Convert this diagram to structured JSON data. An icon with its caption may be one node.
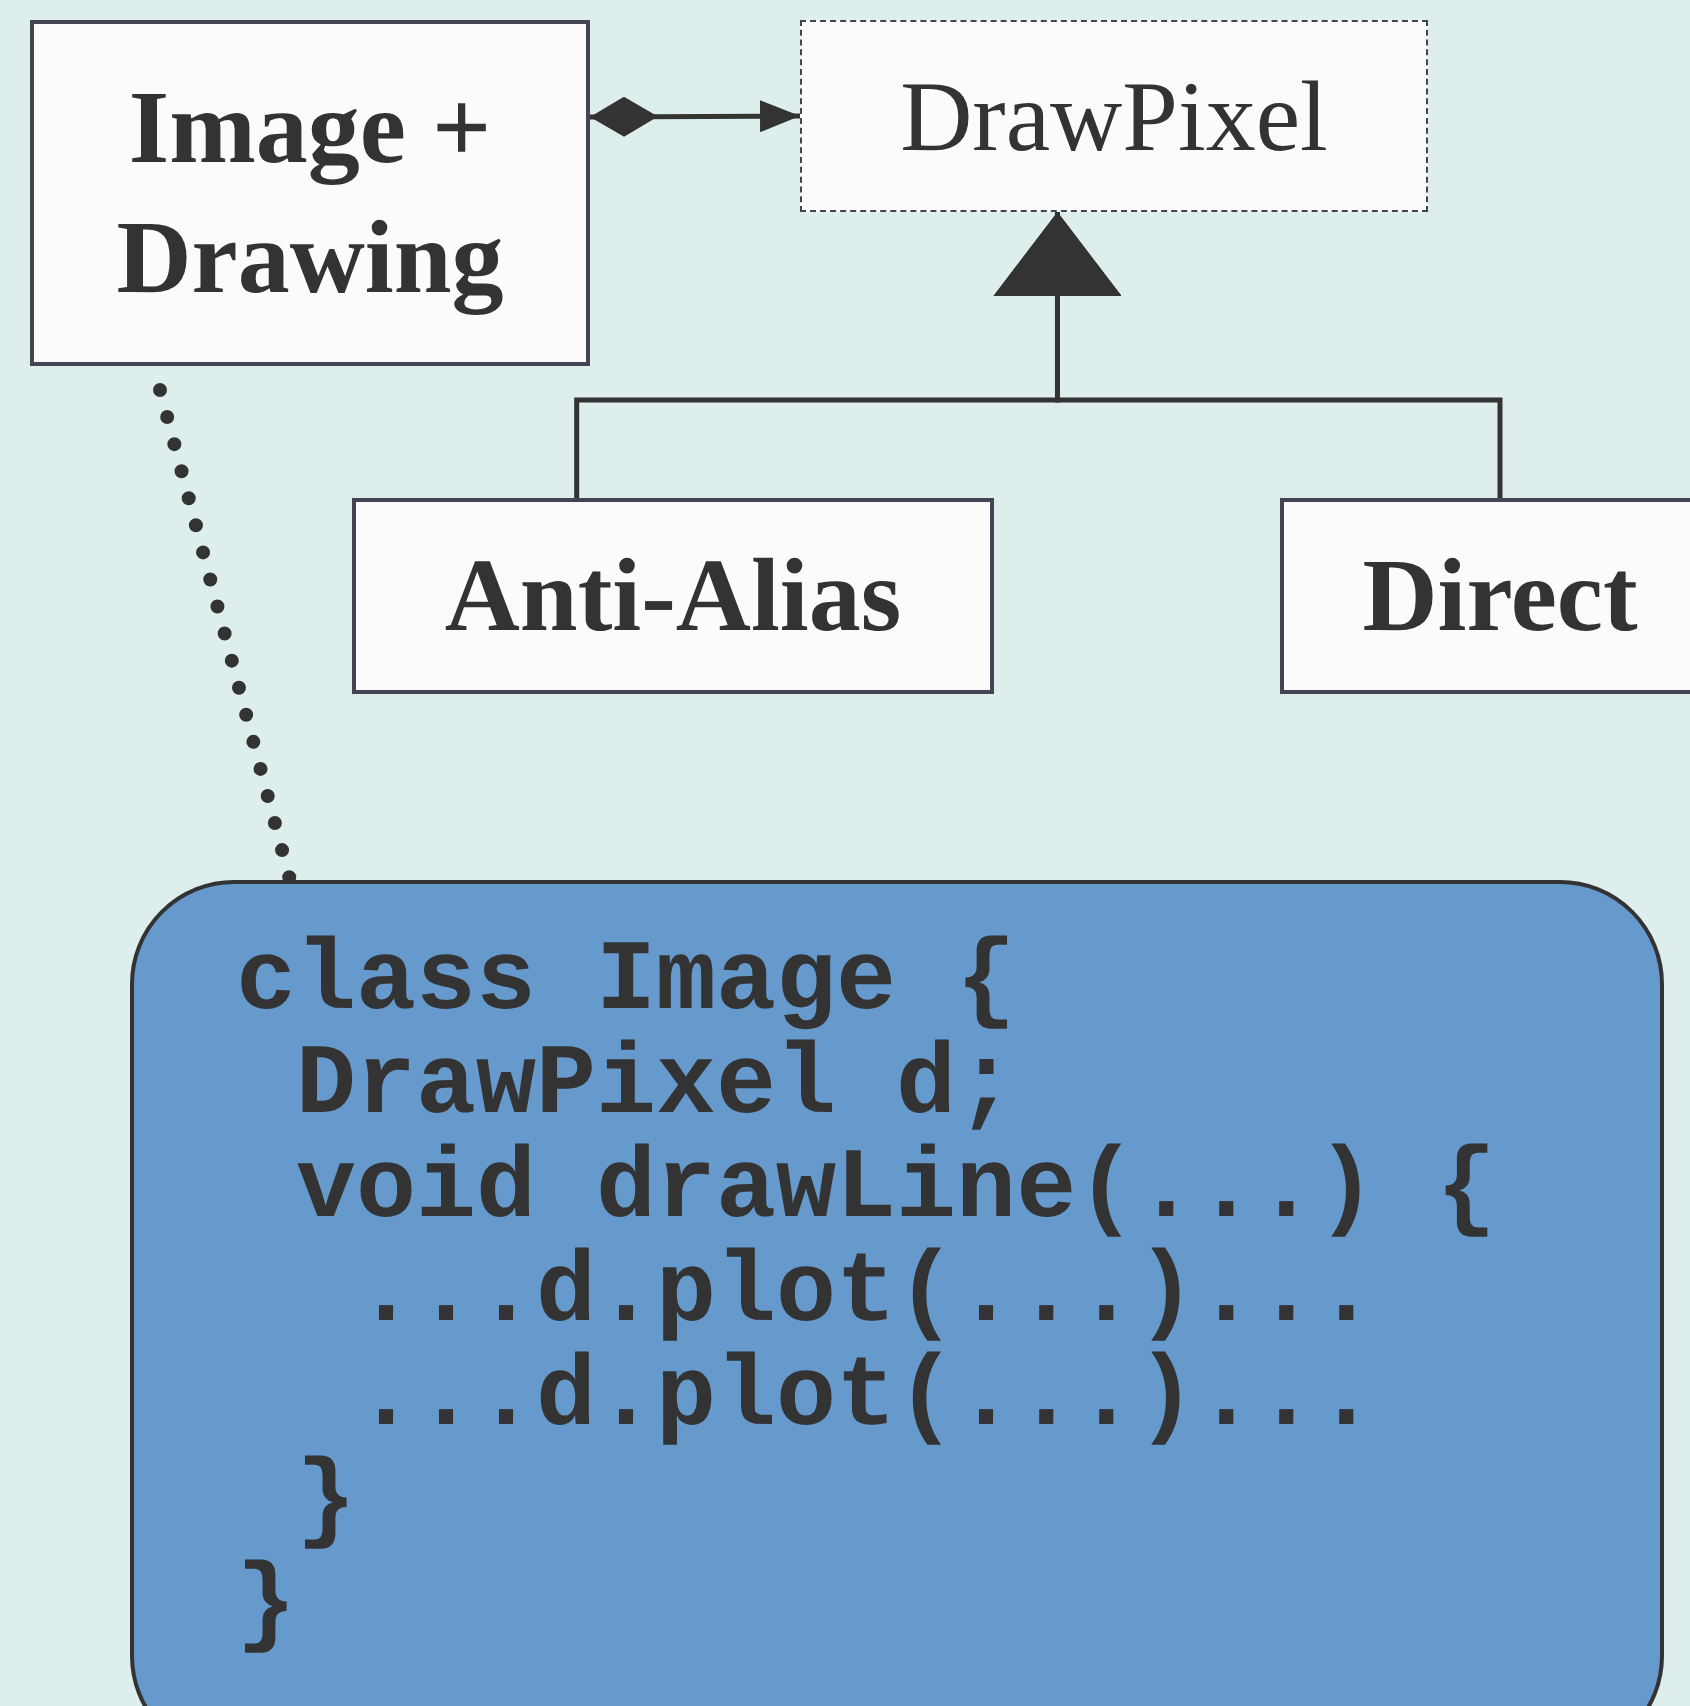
{
  "diagram": {
    "nodes": [
      {
        "text": [
          "Image + Drawing"
        ]
      },
      {
        "text": [
          "DrawPixel"
        ]
      },
      {
        "text": [
          "Anti-Alias"
        ]
      },
      {
        "text": [
          "Direct"
        ]
      },
      {
        "text": [
          "class Image {",
          " DrawPixel d;",
          " void drawLine(...) {",
          "  ...d.plot(...)...",
          "  ...d.plot(...)...",
          " }",
          "}"
        ]
      }
    ],
    "edges": [
      {
        "from": 0,
        "to": 1,
        "arrow": "to"
      },
      {
        "from": 2,
        "to": 1,
        "arrow": "to"
      },
      {
        "from": 3,
        "to": 1,
        "arrow": "to"
      },
      {
        "from": 0,
        "to": 4,
        "arrow": "none",
        "style": "dashed"
      }
    ]
  }
}
